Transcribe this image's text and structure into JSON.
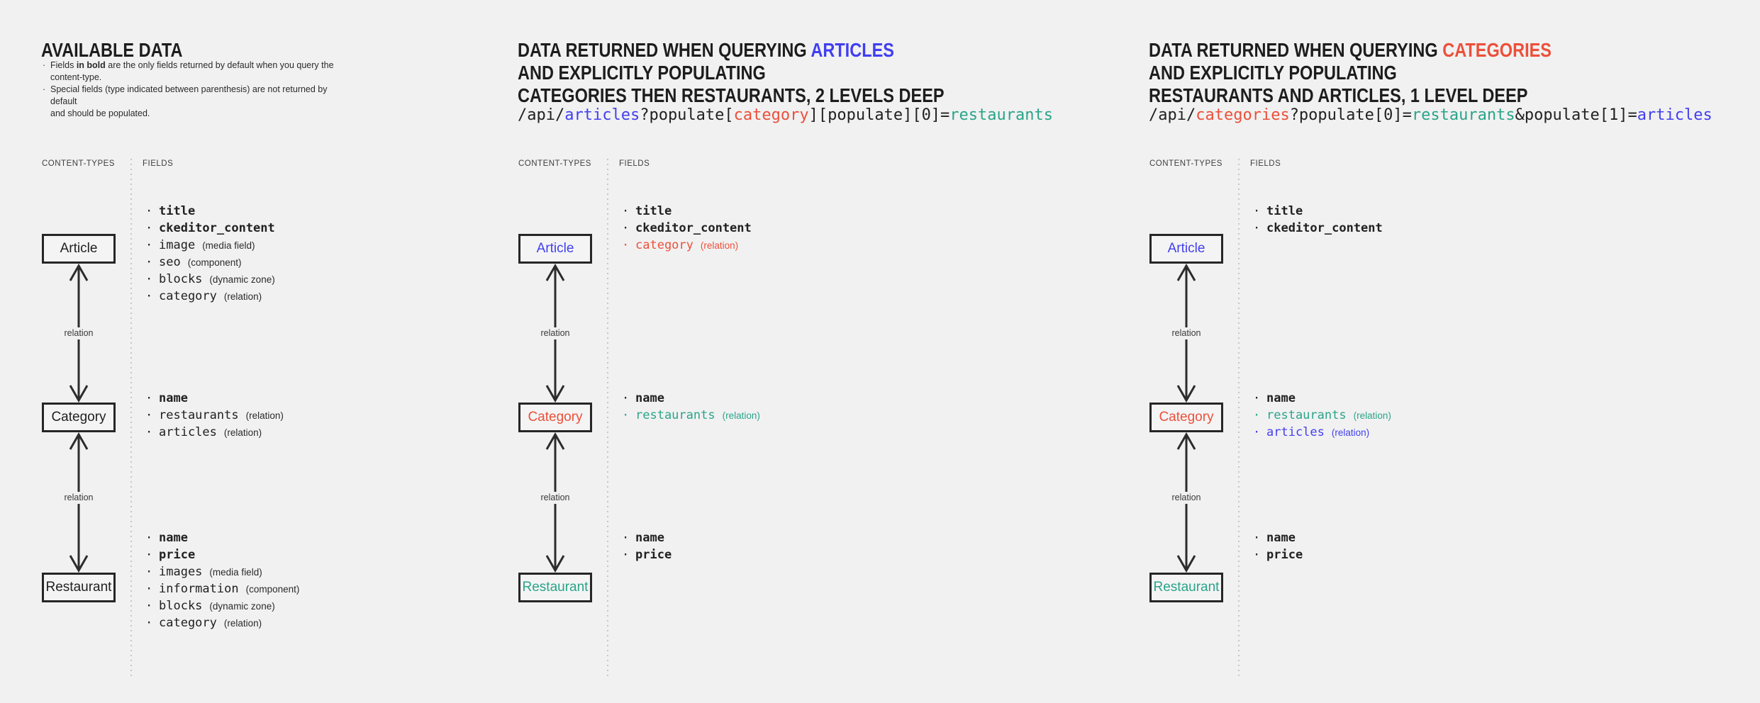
{
  "ui": {
    "bullet": "·"
  },
  "colors": {
    "background": "#f1f1f1",
    "dark_text": "#212121",
    "blue": "#413ff0",
    "red": "#ec503a",
    "teal": "#2aa489",
    "muted_label": "#3f3f3f",
    "line": "#2c2c2c",
    "divider_dot": "#c6c6c6"
  },
  "columns": [
    {
      "title": {
        "text": "AVAILABLE DATA"
      },
      "notes": {
        "note1": {
          "pre": "Fields ",
          "bold": "in bold",
          "post": " are the only fields returned by default when you query the content-type."
        },
        "note2": {
          "line1": "Special fields (type indicated between parenthesis) are not returned by default",
          "line2": "and should be populated."
        }
      },
      "labels": {
        "content_types": "CONTENT-TYPES",
        "fields": "FIELDS"
      },
      "relation_label": "relation",
      "nodes": [
        {
          "label": "Article",
          "color": "dark",
          "fields": [
            {
              "name": "title",
              "bold": true,
              "color": "dark"
            },
            {
              "name": "ckeditor_content",
              "bold": true,
              "color": "dark"
            },
            {
              "name": "image",
              "type": "(media field)",
              "color": "dark"
            },
            {
              "name": "seo",
              "type": "(component)",
              "color": "dark"
            },
            {
              "name": "blocks",
              "type": "(dynamic zone)",
              "color": "dark"
            },
            {
              "name": "category",
              "type": "(relation)",
              "color": "dark"
            }
          ]
        },
        {
          "label": "Category",
          "color": "dark",
          "fields": [
            {
              "name": "name",
              "bold": true,
              "color": "dark"
            },
            {
              "name": "restaurants",
              "type": "(relation)",
              "color": "dark"
            },
            {
              "name": "articles",
              "type": "(relation)",
              "color": "dark"
            }
          ]
        },
        {
          "label": "Restaurant",
          "color": "dark",
          "fields": [
            {
              "name": "name",
              "bold": true,
              "color": "dark"
            },
            {
              "name": "price",
              "bold": true,
              "color": "dark"
            },
            {
              "name": "images",
              "type": "(media field)",
              "color": "dark"
            },
            {
              "name": "information",
              "type": "(component)",
              "color": "dark"
            },
            {
              "name": "blocks",
              "type": "(dynamic zone)",
              "color": "dark"
            },
            {
              "name": "category",
              "type": "(relation)",
              "color": "dark"
            }
          ]
        }
      ]
    },
    {
      "title": {
        "l1_pre": "DATA RETURNED WHEN QUERYING ",
        "l1_highlight": "ARTICLES",
        "l1_highlight_color": "blue",
        "l2": "AND EXPLICITLY POPULATING",
        "l3": "CATEGORIES THEN RESTAURANTS, 2 LEVELS DEEP"
      },
      "api": {
        "segments": [
          {
            "text": "/api/",
            "color": "dark"
          },
          {
            "text": "articles",
            "color": "blue"
          },
          {
            "text": "?populate[",
            "color": "dark"
          },
          {
            "text": "category",
            "color": "red"
          },
          {
            "text": "][populate][0]=",
            "color": "dark"
          },
          {
            "text": "restaurants",
            "color": "teal"
          }
        ]
      },
      "labels": {
        "content_types": "CONTENT-TYPES",
        "fields": "FIELDS"
      },
      "relation_label": "relation",
      "nodes": [
        {
          "label": "Article",
          "color": "blue",
          "fields": [
            {
              "name": "title",
              "bold": true,
              "color": "dark"
            },
            {
              "name": "ckeditor_content",
              "bold": true,
              "color": "dark"
            },
            {
              "name": "category",
              "type": "(relation)",
              "color": "red"
            }
          ]
        },
        {
          "label": "Category",
          "color": "red",
          "fields": [
            {
              "name": "name",
              "bold": true,
              "color": "dark"
            },
            {
              "name": "restaurants",
              "type": "(relation)",
              "color": "teal"
            }
          ]
        },
        {
          "label": "Restaurant",
          "color": "teal",
          "fields": [
            {
              "name": "name",
              "bold": true,
              "color": "dark"
            },
            {
              "name": "price",
              "bold": true,
              "color": "dark"
            }
          ]
        }
      ]
    },
    {
      "title": {
        "l1_pre": "DATA RETURNED WHEN QUERYING ",
        "l1_highlight": "CATEGORIES",
        "l1_highlight_color": "red",
        "l2": "AND EXPLICITLY POPULATING",
        "l3": "RESTAURANTS AND ARTICLES, 1 LEVEL DEEP"
      },
      "api": {
        "segments": [
          {
            "text": "/api/",
            "color": "dark"
          },
          {
            "text": "categories",
            "color": "red"
          },
          {
            "text": "?populate[0]=",
            "color": "dark"
          },
          {
            "text": "restaurants",
            "color": "teal"
          },
          {
            "text": "&populate[1]=",
            "color": "dark"
          },
          {
            "text": "articles",
            "color": "blue"
          }
        ]
      },
      "labels": {
        "content_types": "CONTENT-TYPES",
        "fields": "FIELDS"
      },
      "relation_label": "relation",
      "nodes": [
        {
          "label": "Article",
          "color": "blue",
          "fields": [
            {
              "name": "title",
              "bold": true,
              "color": "dark"
            },
            {
              "name": "ckeditor_content",
              "bold": true,
              "color": "dark"
            }
          ]
        },
        {
          "label": "Category",
          "color": "red",
          "fields": [
            {
              "name": "name",
              "bold": true,
              "color": "dark"
            },
            {
              "name": "restaurants",
              "type": "(relation)",
              "color": "teal"
            },
            {
              "name": "articles",
              "type": "(relation)",
              "color": "blue"
            }
          ]
        },
        {
          "label": "Restaurant",
          "color": "teal",
          "fields": [
            {
              "name": "name",
              "bold": true,
              "color": "dark"
            },
            {
              "name": "price",
              "bold": true,
              "color": "dark"
            }
          ]
        }
      ]
    }
  ]
}
